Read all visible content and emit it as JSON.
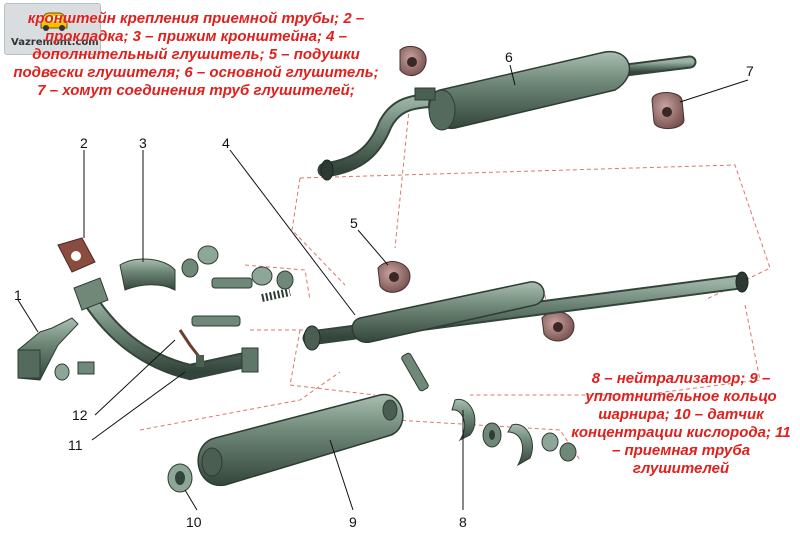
{
  "caption_top": "кронштейн крепления приемной трубы; 2 – прокладка; 3 – прижим кронштейна; 4 – дополнительный глушитель; 5 – подушки подвески глушителя; 6 – основной глушитель; 7 – хомут соединения труб глушителей;",
  "caption_bottom": "8 – нейтрализатор; 9 – уплотнительное кольцо шарнира; 10 – датчик концентрации кислорода; 11 – приемная труба глушителей",
  "watermark": {
    "site": "Vazremont.com",
    "icon": "car-logo-icon"
  },
  "callouts": [
    "1",
    "2",
    "3",
    "4",
    "5",
    "6",
    "7",
    "8",
    "9",
    "10",
    "11",
    "12"
  ],
  "colors": {
    "caption": "#e0201c",
    "part": "#5f7769",
    "part_dark": "#3e5147",
    "part_light": "#8da697",
    "dash": "#d9796a"
  }
}
